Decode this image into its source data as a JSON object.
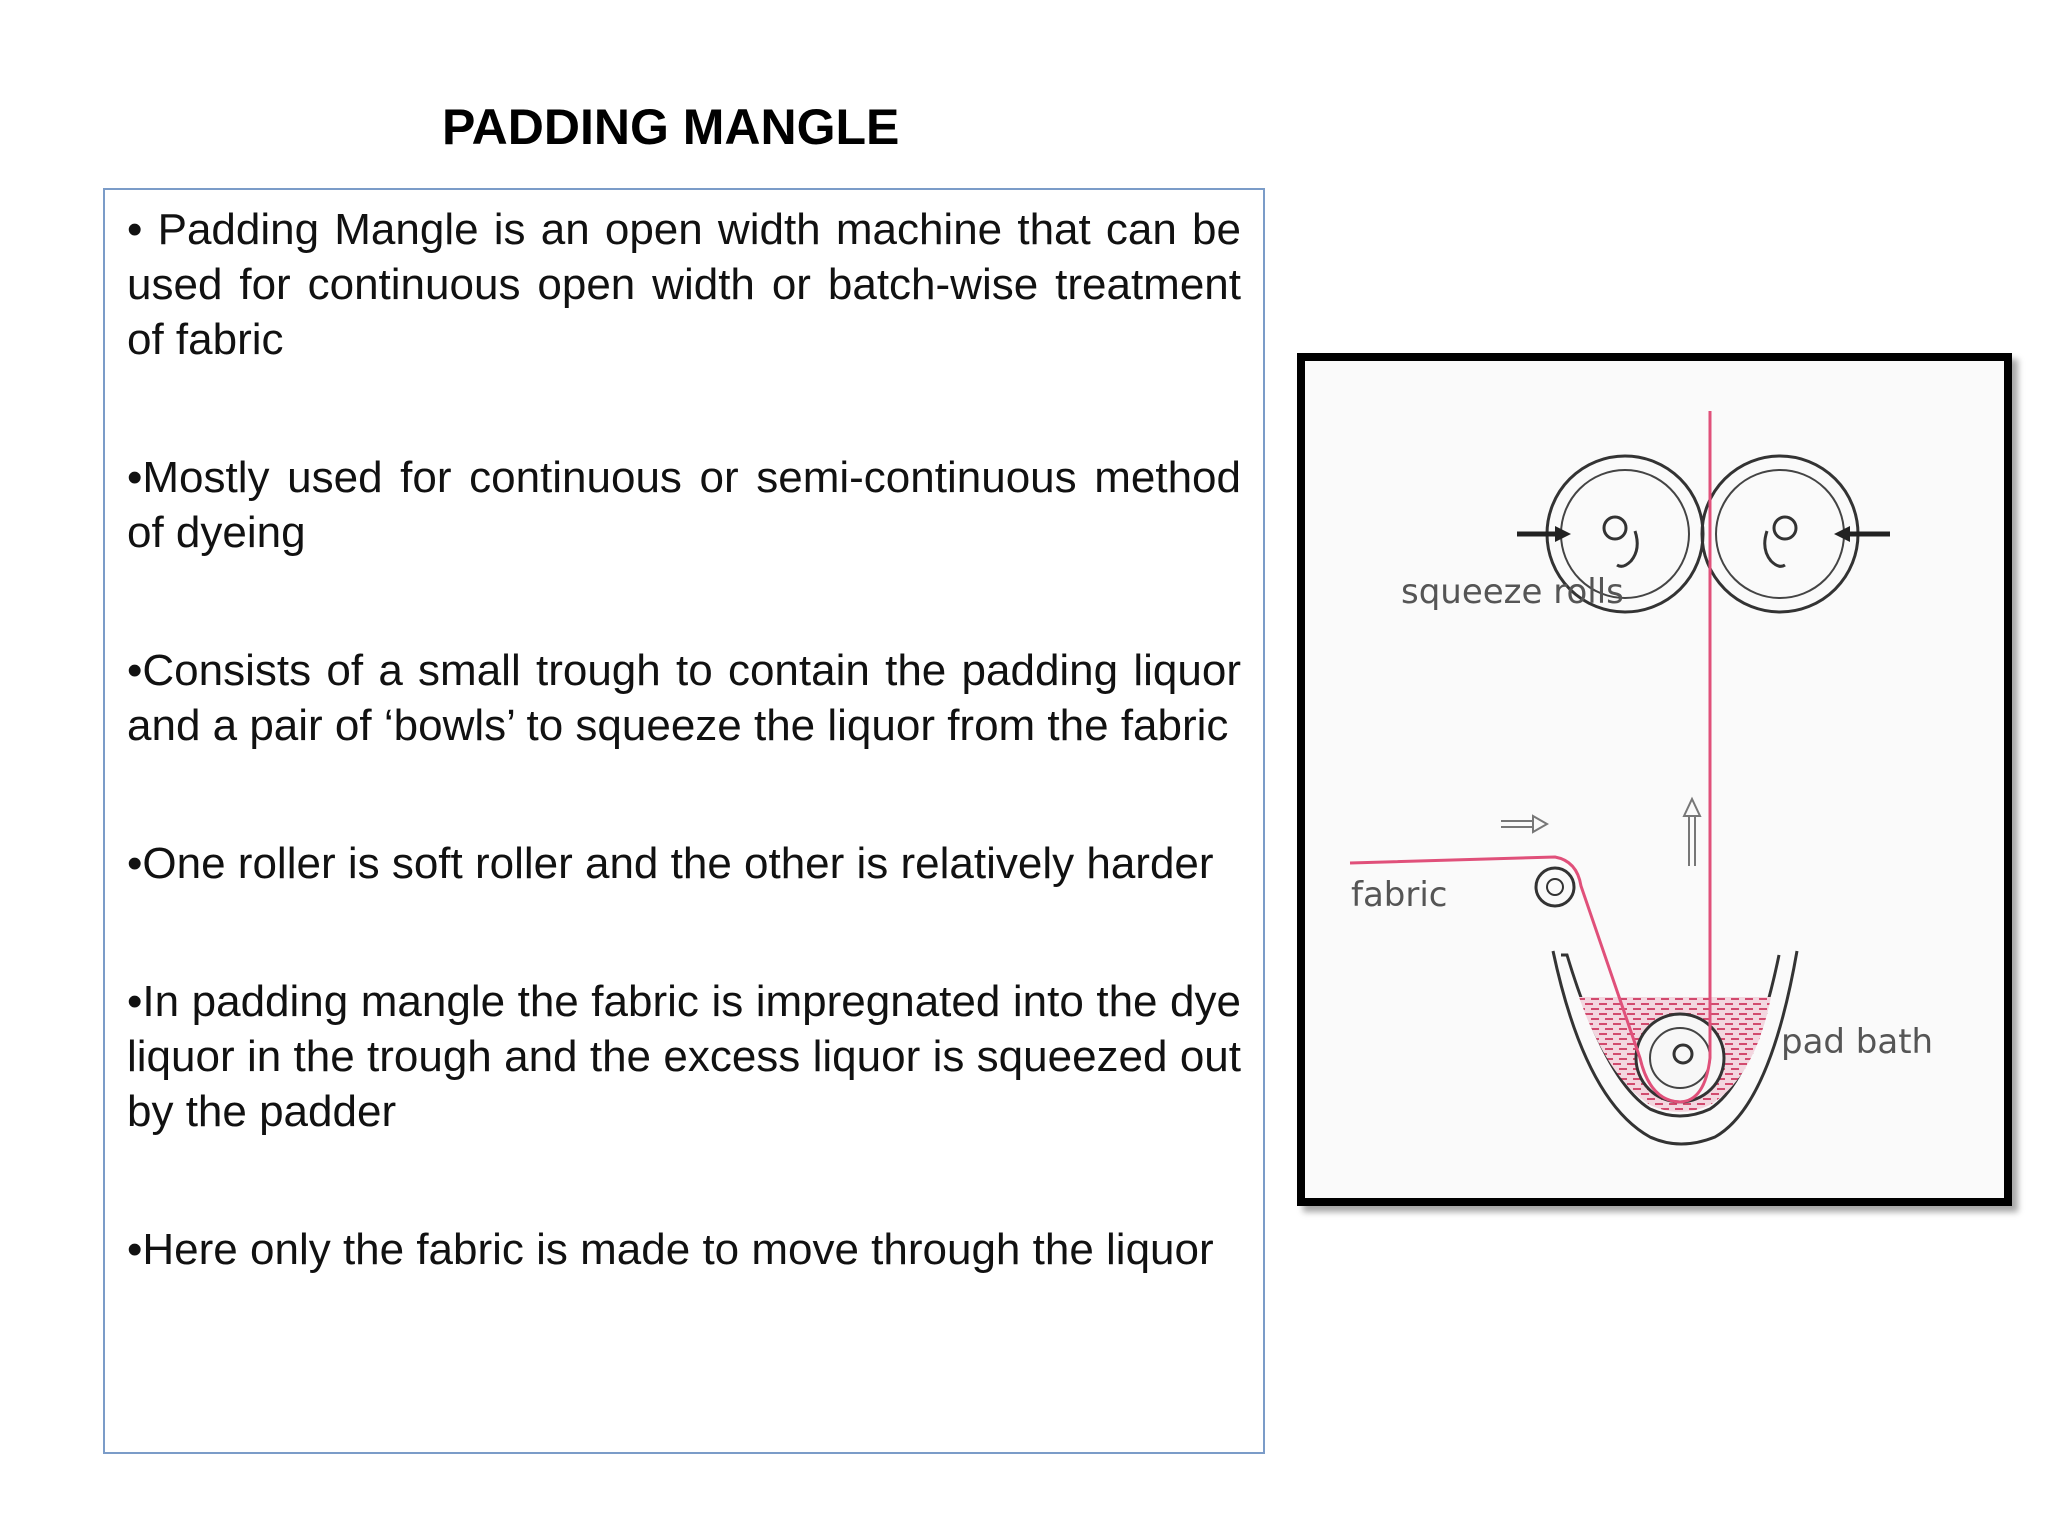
{
  "slide": {
    "title": "PADDING MANGLE",
    "bullets": [
      "• Padding Mangle is an open width machine that can be used for continuous open width or batch-wise treatment of fabric",
      "•Mostly used for continuous or semi-continuous method of dyeing",
      "•Consists of a small trough to contain the padding liquor and a pair of ‘bowls’ to squeeze the liquor from the fabric",
      "•One roller is soft roller and the other is relatively harder",
      "•In padding mangle the fabric is impregnated into the dye liquor in the trough and the excess liquor is squeezed out by the padder",
      "•Here only the fabric is made to move through the liquor"
    ]
  },
  "figure": {
    "labels": {
      "squeeze_rolls": "squeeze rolls",
      "fabric": "fabric",
      "pad_bath": "pad bath"
    },
    "colors": {
      "fabric_line": "#e0507a",
      "liquor": "#d24a6e",
      "outline": "#333333",
      "frame": "#000000"
    }
  }
}
